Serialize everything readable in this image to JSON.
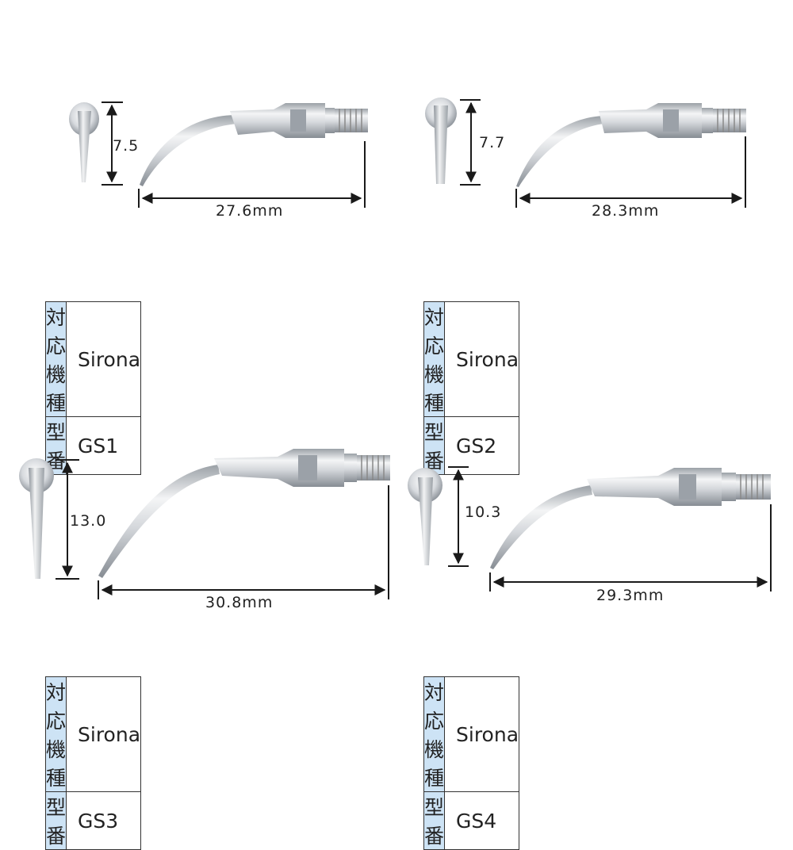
{
  "colors": {
    "header_cell_bg": "#cde3f5",
    "border": "#333333",
    "metal_light": "#eceef0",
    "metal_dark": "#8e949b",
    "dimension_line": "#1a1a1a"
  },
  "icons": [
    "tip-front-view-icon",
    "tip-side-view-icon",
    "arrow-dimension-icon"
  ],
  "products": [
    {
      "height_label": "7.5",
      "length_label": "27.6mm",
      "table": [
        {
          "key": "対応機種",
          "value": "Sirona"
        },
        {
          "key": "型番",
          "value": "GS1"
        }
      ]
    },
    {
      "height_label": "7.7",
      "length_label": "28.3mm",
      "table": [
        {
          "key": "対応機種",
          "value": "Sirona"
        },
        {
          "key": "型番",
          "value": "GS2"
        }
      ]
    },
    {
      "height_label": "13.0",
      "length_label": "30.8mm",
      "table": [
        {
          "key": "対応機種",
          "value": "Sirona"
        },
        {
          "key": "型番",
          "value": "GS3"
        }
      ]
    },
    {
      "height_label": "10.3",
      "length_label": "29.3mm",
      "table": [
        {
          "key": "対応機種",
          "value": "Sirona"
        },
        {
          "key": "型番",
          "value": "GS4"
        }
      ]
    }
  ]
}
